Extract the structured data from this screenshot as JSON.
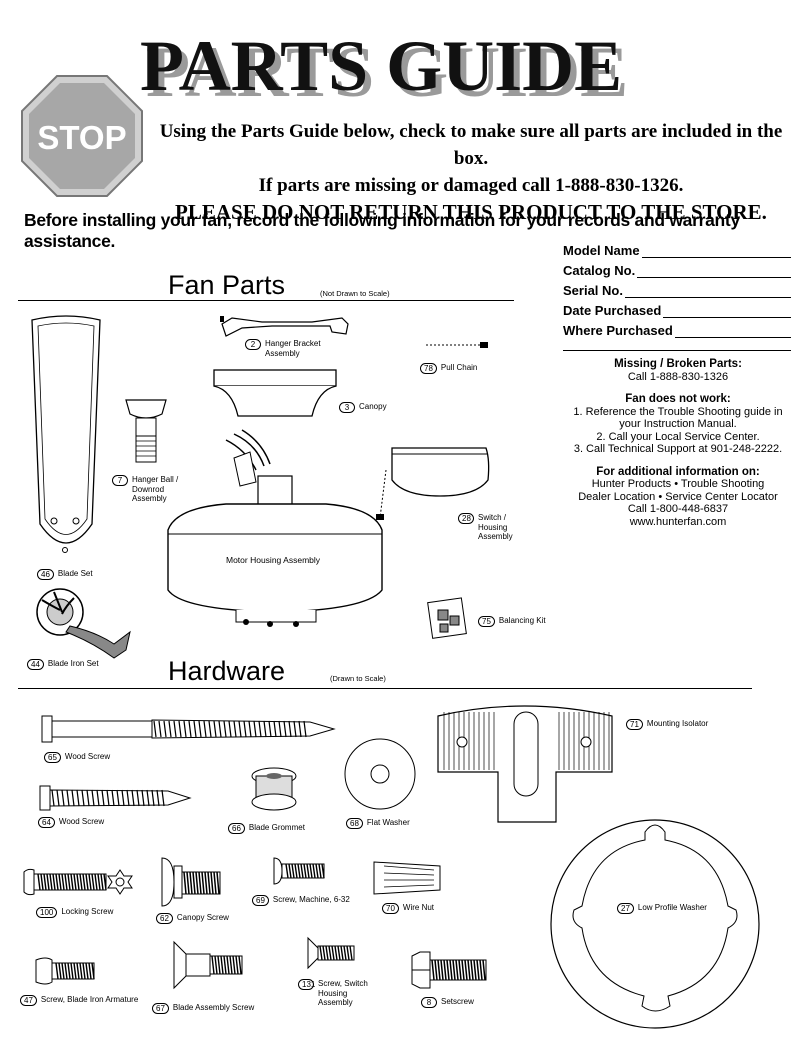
{
  "header": {
    "title": "PARTS GUIDE",
    "stop_sign": "STOP",
    "notice_line1": "Using the Parts Guide below, check to make sure all parts are included in the box.",
    "notice_line2": "If parts are missing or damaged call 1-888-830-1326.",
    "notice_line3": "PLEASE DO NOT RETURN THIS PRODUCT TO THE STORE."
  },
  "record_instruction": "Before installing your fan, record the following information for your records and warranty assistance.",
  "record_fields": [
    "Model Name",
    "Catalog No.",
    "Serial No.",
    "Date Purchased",
    "Where Purchased"
  ],
  "info": {
    "missing_title": "Missing / Broken Parts:",
    "missing_call": "Call 1-888-830-1326",
    "notwork_title": "Fan does not work:",
    "notwork_1": "1. Reference the Trouble Shooting guide in your Instruction Manual.",
    "notwork_2": "2. Call your  Local Service Center.",
    "notwork_3": "3. Call Technical Support at 901-248-2222.",
    "additional_title": "For additional information on:",
    "additional_1": "Hunter Products  •  Trouble Shooting",
    "additional_2": "Dealer Location  •  Service Center Locator",
    "additional_3": "Call 1-800-448-6837",
    "additional_4": "www.hunterfan.com"
  },
  "fan_parts": {
    "title": "Fan Parts",
    "scale_note": "(Not Drawn to Scale)",
    "items": [
      {
        "num": "2",
        "label": "Hanger Bracket Assembly"
      },
      {
        "num": "78",
        "label": "Pull Chain"
      },
      {
        "num": "3",
        "label": "Canopy"
      },
      {
        "num": "7",
        "label": "Hanger Ball / Downrod Assembly"
      },
      {
        "num": "28",
        "label": "Switch / Housing Assembly"
      },
      {
        "num": "46",
        "label": "Blade Set"
      },
      {
        "num": "75",
        "label": "Balancing Kit"
      },
      {
        "num": "44",
        "label": "Blade Iron Set"
      }
    ],
    "motor_label": "Motor Housing Assembly"
  },
  "hardware": {
    "title": "Hardware",
    "scale_note": "(Drawn to Scale)",
    "items": [
      {
        "num": "65",
        "label": "Wood Screw"
      },
      {
        "num": "71",
        "label": "Mounting Isolator"
      },
      {
        "num": "64",
        "label": "Wood Screw"
      },
      {
        "num": "66",
        "label": "Blade Grommet"
      },
      {
        "num": "68",
        "label": "Flat Washer"
      },
      {
        "num": "100",
        "label": "Locking Screw"
      },
      {
        "num": "62",
        "label": "Canopy Screw"
      },
      {
        "num": "69",
        "label": "Screw, Machine, 6-32"
      },
      {
        "num": "70",
        "label": "Wire Nut"
      },
      {
        "num": "27",
        "label": "Low Profile Washer"
      },
      {
        "num": "47",
        "label": "Screw, Blade Iron Armature"
      },
      {
        "num": "67",
        "label": "Blade Assembly Screw"
      },
      {
        "num": "131",
        "label": "Screw, Switch Housing Assembly"
      },
      {
        "num": "8",
        "label": "Setscrew"
      }
    ]
  }
}
